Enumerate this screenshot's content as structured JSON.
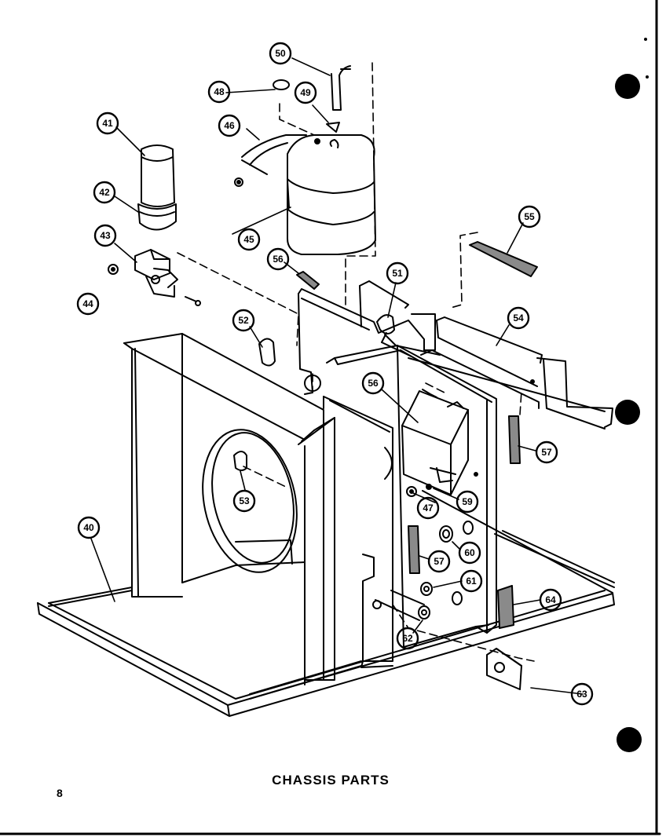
{
  "caption": "CHASSIS PARTS",
  "page_number": "8",
  "colors": {
    "ink": "#000000",
    "paper": "#ffffff",
    "shade": "#8a8a8a"
  },
  "callouts": [
    "40",
    "41",
    "42",
    "43",
    "44",
    "45",
    "46",
    "47",
    "48",
    "49",
    "50",
    "51",
    "52",
    "53",
    "54",
    "55",
    "56",
    "56",
    "57",
    "57",
    "59",
    "60",
    "61",
    "62",
    "63",
    "64"
  ]
}
